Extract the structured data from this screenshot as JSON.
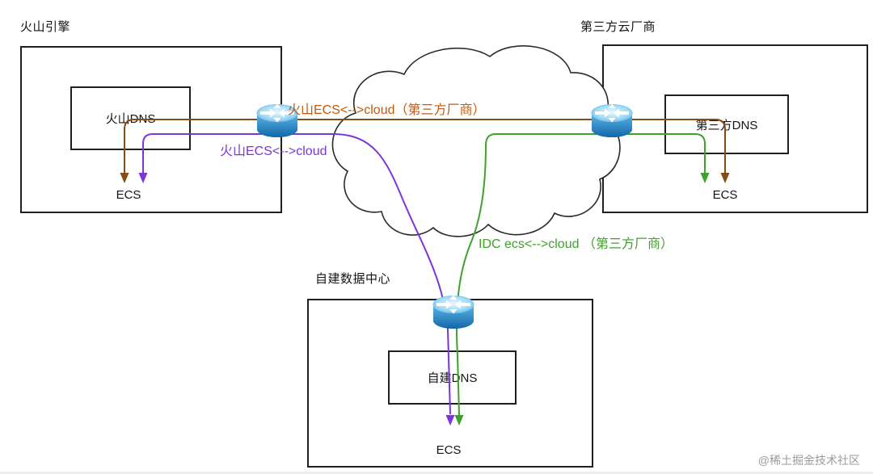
{
  "diagram": {
    "groups": {
      "volcano": {
        "title": "火山引擎",
        "dns_label": "火山DNS",
        "ecs_label": "ECS"
      },
      "third_party": {
        "title": "第三方云厂商",
        "dns_label": "第三方DNS",
        "ecs_label": "ECS"
      },
      "idc": {
        "title": "自建数据中心",
        "dns_label": "自建DNS",
        "ecs_label": "ECS"
      }
    },
    "flows": {
      "volcano_to_third": {
        "label": "火山ECS<-->cloud（第三方厂商）",
        "color": "#c4590f"
      },
      "volcano_to_cloud": {
        "label": "火山ECS<-->cloud",
        "color": "#7b35d9"
      },
      "idc_to_third": {
        "label": "IDC ecs<-->cloud （第三方厂商）",
        "color": "#3fa02c"
      }
    },
    "icons": {
      "router": "router-icon",
      "cloud": "cloud-icon"
    },
    "watermark": "@稀土掘金技术社区"
  }
}
